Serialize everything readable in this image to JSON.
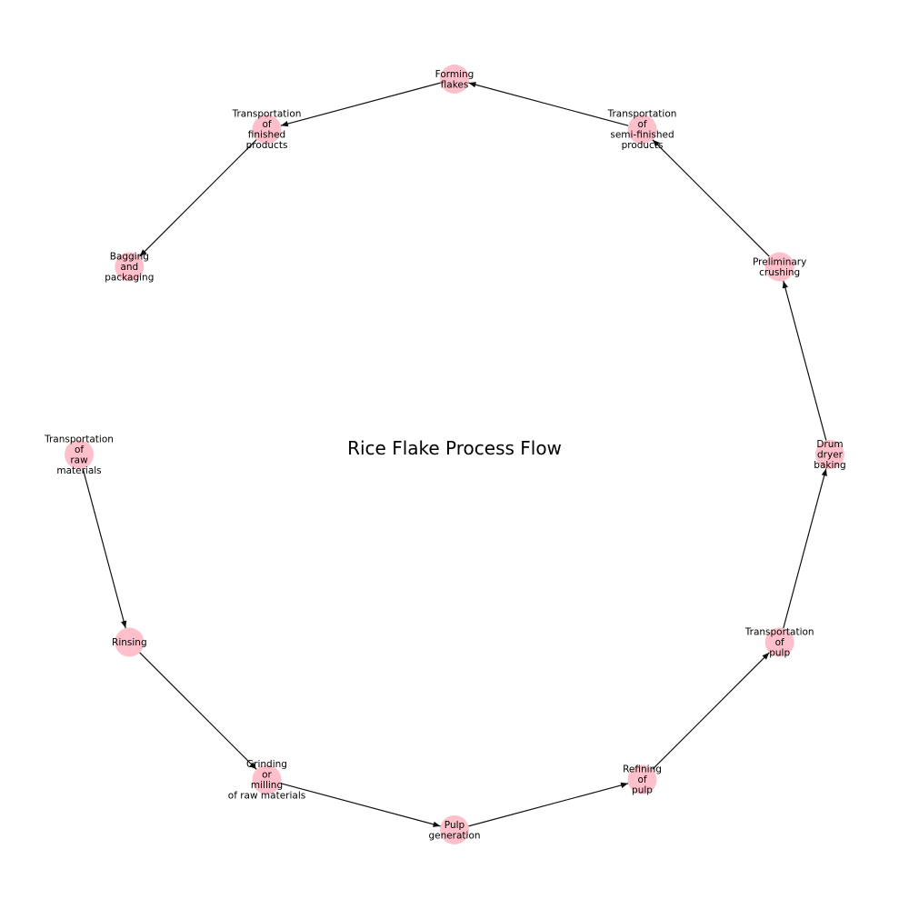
{
  "title": "Rice Flake Process Flow",
  "colors": {
    "node_fill": "#ffc0cb",
    "edge": "#111111",
    "text": "#000000",
    "background": "#ffffff"
  },
  "nodes": [
    {
      "id": "transport_raw",
      "label": "Transportation\nof\nraw\nmaterials"
    },
    {
      "id": "rinsing",
      "label": "Rinsing"
    },
    {
      "id": "grinding",
      "label": "Grinding\nor\nmilling\nof raw materials"
    },
    {
      "id": "pulp_gen",
      "label": "Pulp\ngeneration"
    },
    {
      "id": "refining",
      "label": "Refining\nof\npulp"
    },
    {
      "id": "transport_pulp",
      "label": "Transportation\nof\npulp"
    },
    {
      "id": "drum",
      "label": "Drum\ndryer\nbaking"
    },
    {
      "id": "crushing",
      "label": "Preliminary\ncrushing"
    },
    {
      "id": "transport_semi",
      "label": "Transportation\nof\nsemi-finished\nproducts"
    },
    {
      "id": "forming",
      "label": "Forming\nflakes"
    },
    {
      "id": "transport_finished",
      "label": "Transportation\nof\nfinished\nproducts"
    },
    {
      "id": "bagging",
      "label": "Bagging\nand\npackaging"
    }
  ],
  "edges": [
    {
      "from": "transport_raw",
      "to": "rinsing"
    },
    {
      "from": "rinsing",
      "to": "grinding"
    },
    {
      "from": "grinding",
      "to": "pulp_gen"
    },
    {
      "from": "pulp_gen",
      "to": "refining"
    },
    {
      "from": "refining",
      "to": "transport_pulp"
    },
    {
      "from": "transport_pulp",
      "to": "drum"
    },
    {
      "from": "drum",
      "to": "crushing"
    },
    {
      "from": "crushing",
      "to": "transport_semi"
    },
    {
      "from": "transport_semi",
      "to": "forming"
    },
    {
      "from": "forming",
      "to": "transport_finished"
    },
    {
      "from": "transport_finished",
      "to": "bagging"
    }
  ]
}
